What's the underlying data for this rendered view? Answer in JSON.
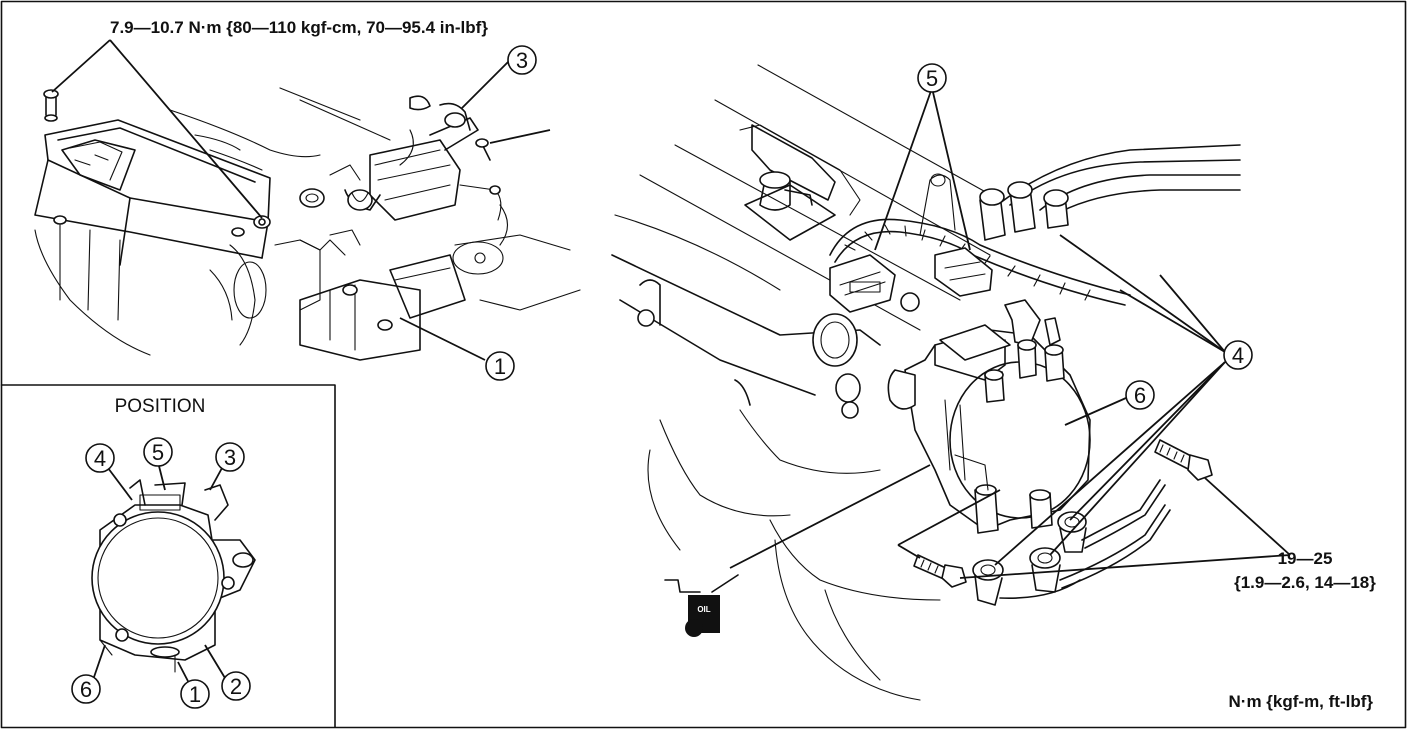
{
  "torque": {
    "top": "7.9—10.7 N·m {80—110 kgf-cm, 70—95.4 in-lbf}",
    "right_value": "19—25",
    "right_sub": "{1.9—2.6, 14—18}",
    "units": "N·m {kgf-m, ft-lbf}"
  },
  "inset": {
    "title": "POSITION"
  },
  "callouts": {
    "c1": "1",
    "c2": "2",
    "c3": "3",
    "c4": "4",
    "c5": "5",
    "c6": "6"
  },
  "oil_icon": {
    "label": "OIL",
    "icon": "oil-can-icon"
  }
}
